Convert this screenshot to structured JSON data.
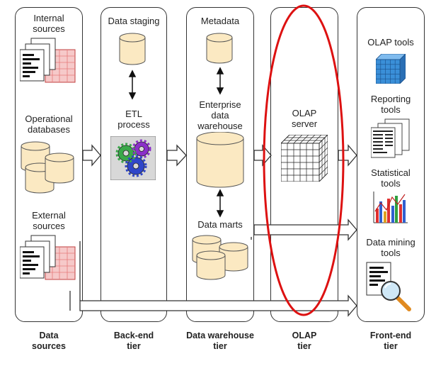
{
  "columns": {
    "sources": {
      "internal": "Internal\nsources",
      "operational": "Operational\ndatabases",
      "external": "External\nsources"
    },
    "staging": {
      "title": "Data staging",
      "process": "ETL\nprocess"
    },
    "warehouse": {
      "metadata": "Metadata",
      "edw": "Enterprise\ndata\nwarehouse",
      "marts": "Data marts"
    },
    "olap": {
      "server": "OLAP\nserver"
    },
    "frontend": {
      "olap_tools": "OLAP tools",
      "reporting": "Reporting\ntools",
      "statistical": "Statistical\ntools",
      "mining": "Data mining\ntools"
    }
  },
  "tiers": [
    "Data\nsources",
    "Back-end\ntier",
    "Data warehouse\ntier",
    "OLAP\ntier",
    "Front-end\ntier"
  ],
  "colors": {
    "highlight": "#dd1111",
    "cube": "#3a8fd8",
    "doc_grid": "#e57a7a",
    "gear_purple": "#8b2fc9",
    "gear_green": "#3aa84a",
    "gear_blue": "#2f46c9"
  }
}
